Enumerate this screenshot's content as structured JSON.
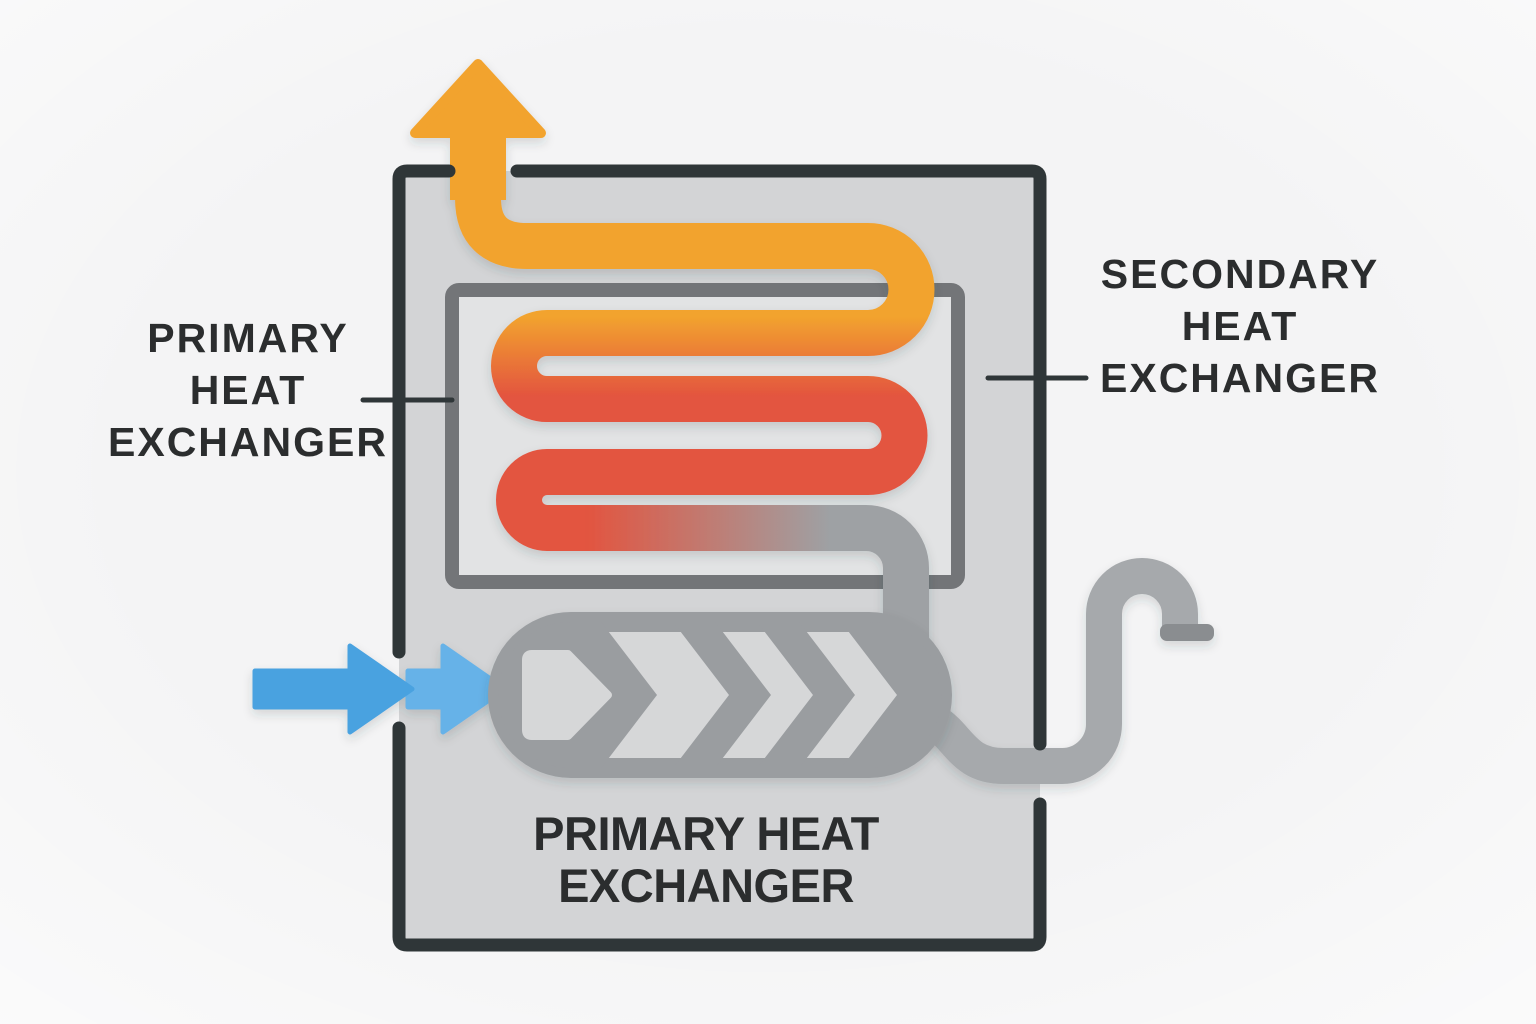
{
  "title": "Condensing furnace heat exchangers diagram",
  "background_color": "#f4f4f5",
  "furnace": {
    "outline_color": "#2f3638",
    "body_color": "#d3d4d6"
  },
  "secondary_box": {
    "outline_color": "#737578",
    "fill_color": "#e2e3e4"
  },
  "coil": {
    "exhaust_color": "#f2a32e",
    "hot_color": "#e3543f",
    "cooled_color": "#9ea1a4"
  },
  "intake_arrow": {
    "color": "#4aa2e0",
    "overlap_color": "#66b2e8"
  },
  "primary_capsule": {
    "metal_color": "#9a9da0",
    "inner_color": "#d6d7d8"
  },
  "drain": {
    "pipe_color": "#a6a9ac",
    "outlet_cap_color": "#8a8d90"
  },
  "labels": {
    "text_color": "#2b2d2e",
    "primary_left": {
      "line1": "PRIMARY",
      "line2": "HEAT",
      "line3": "EXCHANGER"
    },
    "secondary_right": {
      "line1": "SECONDARY",
      "line2": "HEAT",
      "line3": "EXCHANGER"
    },
    "primary_bottom": {
      "line1": "PRIMARY HEAT",
      "line2": "EXCHANGER"
    }
  }
}
